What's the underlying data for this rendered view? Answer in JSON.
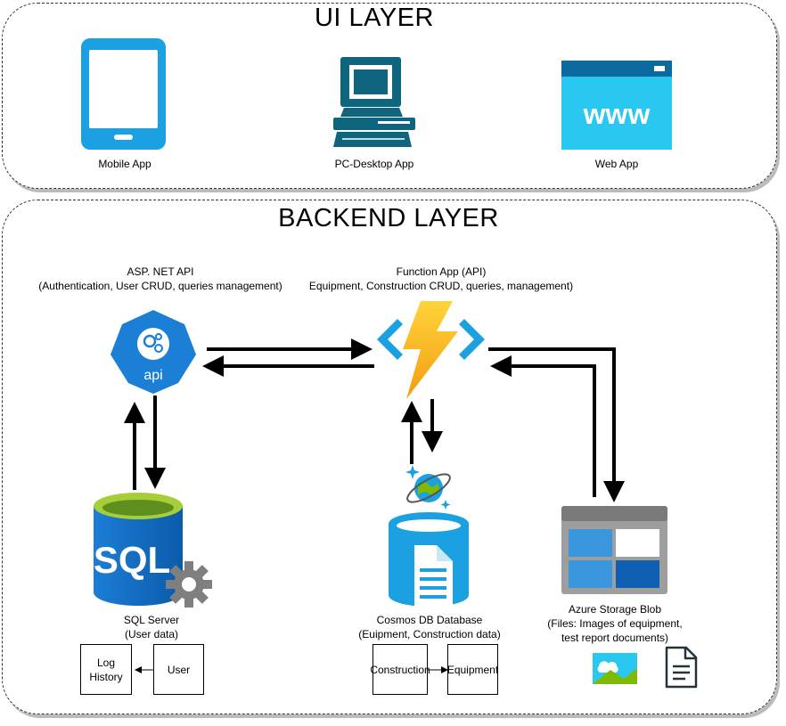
{
  "ui_layer": {
    "title": "UI LAYER",
    "mobile_label": "Mobile App",
    "pc_label": "PC-Desktop App",
    "web_label": "Web App",
    "web_icon_text": "www"
  },
  "backend_layer": {
    "title": "BACKEND LAYER",
    "asp_api": {
      "title": "ASP. NET API",
      "subtitle": "(Authentication, User CRUD, queries management)",
      "icon_text": "api"
    },
    "function_app": {
      "title": "Function App (API)",
      "subtitle": "Equipment, Construction CRUD, queries, management)"
    },
    "sql_server": {
      "title": "SQL Server",
      "subtitle": "(User data)",
      "icon_text": "SQL",
      "entities": [
        {
          "line1": "Log",
          "line2": "History"
        },
        {
          "line1": "User"
        }
      ]
    },
    "cosmos": {
      "title": "Cosmos DB Database",
      "subtitle": "(Euipment, Construction data)",
      "entities": [
        "Construction",
        "Equipment"
      ]
    },
    "blob": {
      "title": "Azure Storage Blob",
      "subtitle1": "(Files: Images of equipment,",
      "subtitle2": "test report documents)"
    }
  },
  "colors": {
    "azure_blue": "#1BA1E2",
    "mobile_cyan": "#1BA1E2",
    "pc_teal": "#10657E",
    "web_cyan": "#29C8F0",
    "web_header": "#0B6A9E",
    "sql_blue": "#0F6FC6",
    "sql_green": "#76B82A",
    "lightning": "#FCD116"
  }
}
